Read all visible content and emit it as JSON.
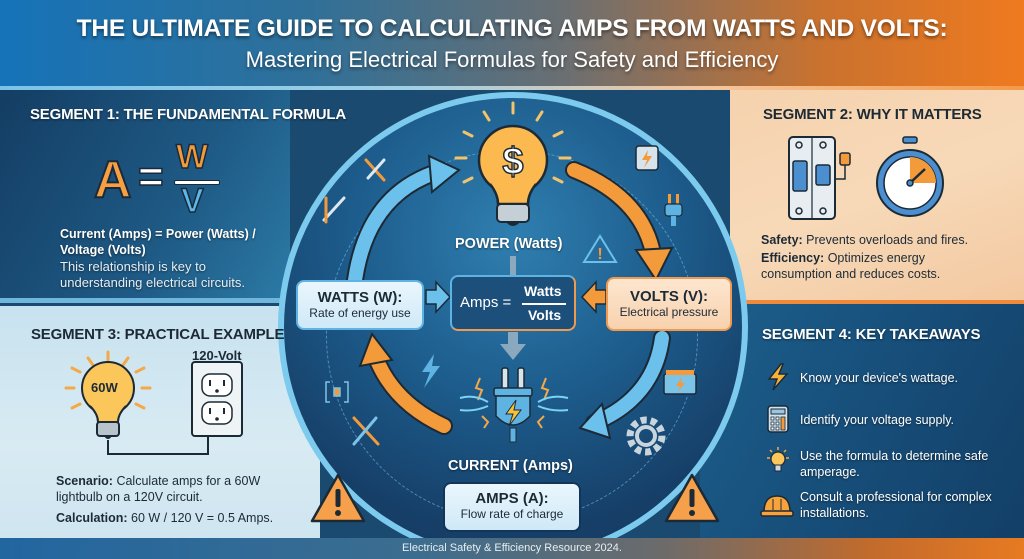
{
  "header": {
    "title": "THE ULTIMATE GUIDE TO CALCULATING AMPS FROM WATTS AND VOLTS:",
    "subtitle": "Mastering Electrical Formulas for Safety and Efficiency"
  },
  "segment1": {
    "title": "SEGMENT 1: THE FUNDAMENTAL FORMULA",
    "formula": {
      "left": "A",
      "equals": "=",
      "numerator": "W",
      "denominator": "V"
    },
    "definition": "Current (Amps) = Power (Watts) / Voltage (Volts)",
    "note": "This relationship is key to understanding electrical circuits."
  },
  "segment2": {
    "title": "SEGMENT 2: WHY IT MATTERS",
    "icons": [
      "circuit-breaker-icon",
      "stopwatch-icon"
    ],
    "safety_label": "Safety:",
    "safety_text": "Prevents overloads and fires.",
    "efficiency_label": "Efficiency:",
    "efficiency_text": "Optimizes energy consumption and reduces costs."
  },
  "segment3": {
    "title": "SEGMENT 3: PRACTICAL EXAMPLE",
    "bulb_label": "60W",
    "outlet_label": "120-Volt",
    "scenario_label": "Scenario:",
    "scenario_text": "Calculate amps for a 60W lightbulb on a 120V circuit.",
    "calculation_label": "Calculation:",
    "calculation_text": "60 W / 120 V = 0.5 Amps."
  },
  "segment4": {
    "title": "SEGMENT 4: KEY TAKEAWAYS",
    "items": [
      {
        "icon": "lightning-icon",
        "text": "Know your device's wattage."
      },
      {
        "icon": "calculator-icon",
        "text": "Identify your voltage supply."
      },
      {
        "icon": "lightbulb-icon",
        "text": "Use the formula to determine safe amperage."
      },
      {
        "icon": "hard-hat-icon",
        "text": "Consult a professional for complex installations."
      }
    ]
  },
  "diagram": {
    "power_label": "POWER (Watts)",
    "current_label": "CURRENT (Amps)",
    "watts_box": {
      "title": "WATTS (W):",
      "subtitle": "Rate of energy use"
    },
    "volts_box": {
      "title": "VOLTS (V):",
      "subtitle": "Electrical pressure"
    },
    "amps_box": {
      "title": "AMPS (A):",
      "subtitle": "Flow rate of charge"
    },
    "center_formula": {
      "left": "Amps =",
      "numerator": "Watts",
      "denominator": "Volts"
    },
    "colors": {
      "blue": "#5fb3e2",
      "orange": "#f39a3b",
      "navy": "#163f68"
    }
  },
  "footer": {
    "text": "Electrical Safety & Efficiency Resource 2024."
  }
}
